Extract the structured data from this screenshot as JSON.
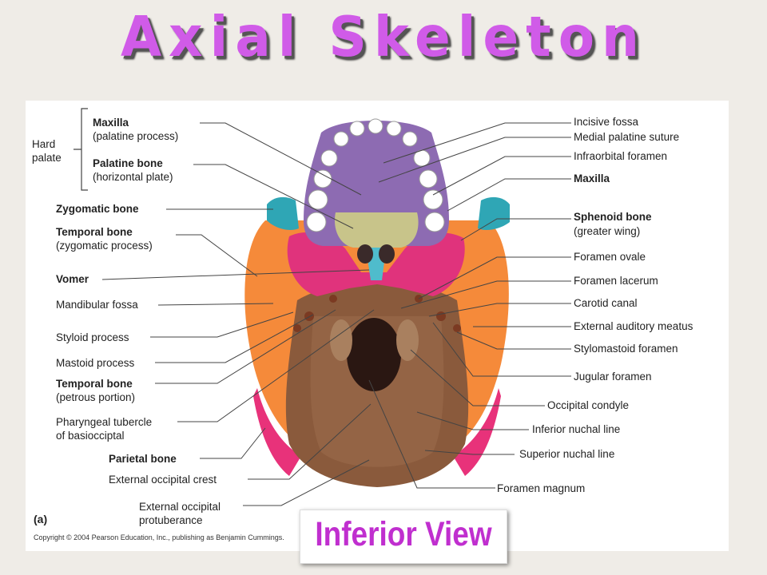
{
  "title": "Axial Skeleton",
  "view_label": "Inferior View",
  "figure_letter": "(a)",
  "copyright": "Copyright © 2004 Pearson Education, Inc., publishing as Benjamin Cummings.",
  "left_labels": {
    "hard_palate_1": "Hard",
    "hard_palate_2": "palate",
    "maxilla": "Maxilla",
    "maxilla_sub": "(palatine process)",
    "palatine": "Palatine bone",
    "palatine_sub": "(horizontal plate)",
    "zygomatic": "Zygomatic bone",
    "temporal_zyg": "Temporal bone",
    "temporal_zyg_sub": "(zygomatic process)",
    "vomer": "Vomer",
    "mandibular": "Mandibular fossa",
    "styloid": "Styloid process",
    "mastoid": "Mastoid process",
    "temporal_pet": "Temporal bone",
    "temporal_pet_sub": "(petrous portion)",
    "pharyngeal_1": "Pharyngeal tubercle",
    "pharyngeal_2": "of basiocciptal",
    "parietal": "Parietal bone",
    "ext_occ_crest": "External occipital crest",
    "ext_occ_prot_1": "External occipital",
    "ext_occ_prot_2": "protuberance"
  },
  "right_labels": {
    "incisive": "Incisive fossa",
    "medial_palatine": "Medial palatine suture",
    "infraorbital": "Infraorbital foramen",
    "maxilla": "Maxilla",
    "sphenoid": "Sphenoid bone",
    "sphenoid_sub": "(greater wing)",
    "ovale": "Foramen ovale",
    "lacerum": "Foramen lacerum",
    "carotid": "Carotid canal",
    "ext_auditory": "External auditory meatus",
    "stylomastoid": "Stylomastoid foramen",
    "jugular": "Jugular foramen",
    "occ_condyle": "Occipital condyle",
    "inf_nuchal": "Inferior nuchal line",
    "sup_nuchal": "Superior nuchal line",
    "magnum": "Foramen magnum"
  }
}
